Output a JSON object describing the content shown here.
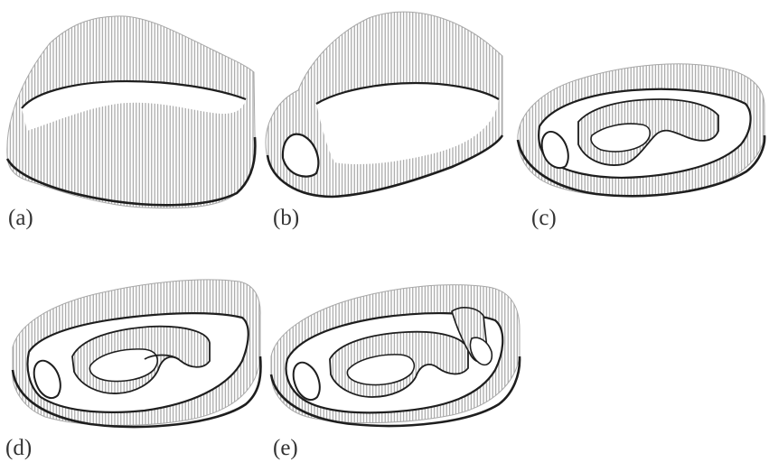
{
  "figure": {
    "colors": {
      "wall_hatch": "#9c9c9c",
      "base_edge": "#1e1e1e",
      "top_edge": "#a8a8a8",
      "background": "#ffffff"
    },
    "panels": [
      {
        "id": "a",
        "label": "(a)"
      },
      {
        "id": "b",
        "label": "(b)"
      },
      {
        "id": "c",
        "label": "(c)"
      },
      {
        "id": "d",
        "label": "(d)"
      },
      {
        "id": "e",
        "label": "(e)"
      }
    ]
  }
}
